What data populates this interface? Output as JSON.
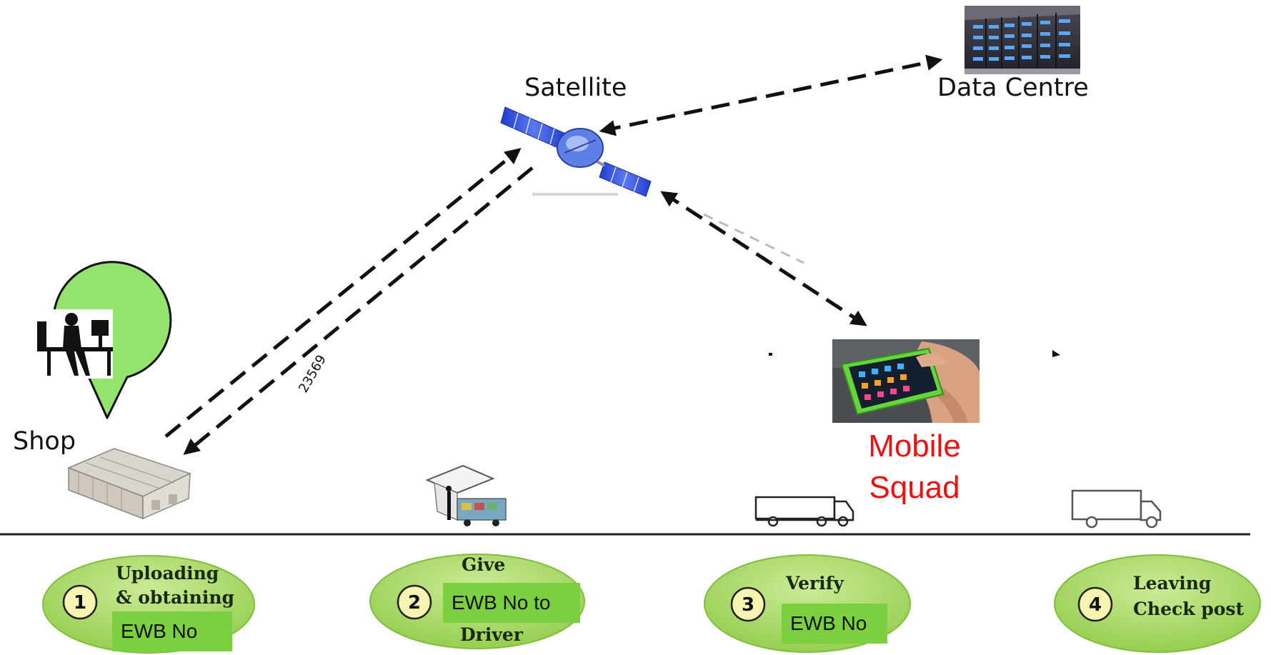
{
  "nodes": {
    "satellite": "Satellite",
    "data_centre": "Data Centre",
    "shop": "Shop",
    "mobile_squad_line1": "Mobile",
    "mobile_squad_line2": "Squad"
  },
  "link_label": "23569",
  "steps": [
    {
      "number": "1",
      "line1": "Uploading",
      "line2": "& obtaining",
      "box": "EWB No"
    },
    {
      "number": "2",
      "line1": "Give",
      "box": "EWB No to",
      "line2": "Driver"
    },
    {
      "number": "3",
      "line1": "Verify",
      "box": "EWB No"
    },
    {
      "number": "4",
      "line1": "Leaving",
      "line2": "Check post"
    }
  ],
  "colors": {
    "ellipse_fill": "#a9d86a",
    "ellipse_edge": "#7fbf3a",
    "number_circle": "#f7f3b0",
    "label_box": "#7ccf3e",
    "squad_text": "#ee1111",
    "satellite_panel": "#2f52e0"
  },
  "icons": [
    "satellite-icon",
    "server-rack-icon",
    "shop-building-icon",
    "desk-worker-icon",
    "phone-in-hand-icon",
    "vendor-stall-icon",
    "truck-icon"
  ]
}
